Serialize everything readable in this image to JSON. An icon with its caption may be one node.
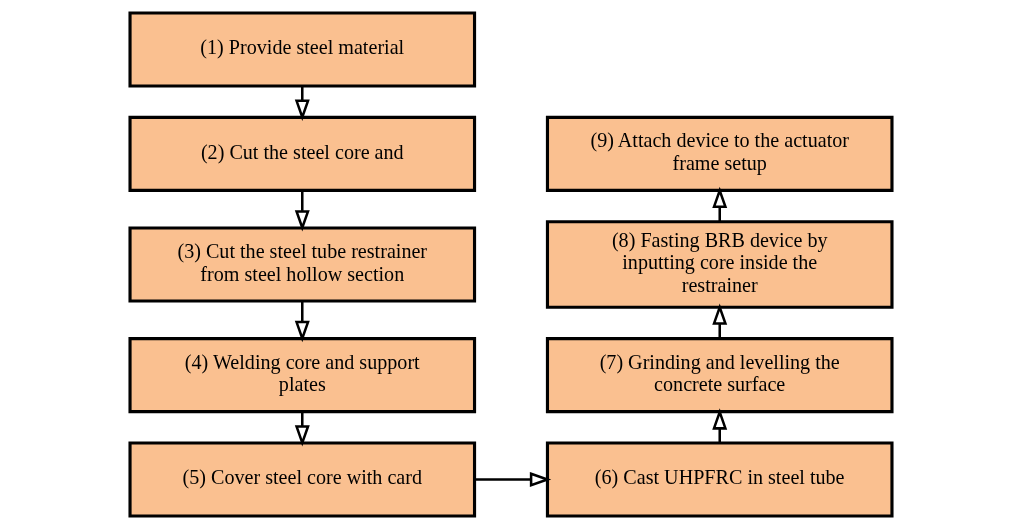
{
  "diagram": {
    "nodes": [
      {
        "text": [
          "(1) Provide steel material"
        ]
      },
      {
        "text": [
          "(2) Cut the steel core and"
        ]
      },
      {
        "text": [
          "(3) Cut the steel tube restrainer from steel hollow section"
        ]
      },
      {
        "text": [
          "(4) Welding core and support plates"
        ]
      },
      {
        "text": [
          "(5) Cover steel core with card"
        ]
      },
      {
        "text": [
          "(6) Cast UHPFRC in steel tube"
        ]
      },
      {
        "text": [
          "(7) Grinding and levelling the concrete surface"
        ]
      },
      {
        "text": [
          "(8) Fasting BRB device by inputting core inside the restrainer"
        ]
      },
      {
        "text": [
          "(9) Attach device to the actuator frame setup"
        ]
      }
    ],
    "edges": [
      {
        "from": 0,
        "to": 1,
        "arrow": "to"
      },
      {
        "from": 1,
        "to": 2,
        "arrow": "to"
      },
      {
        "from": 2,
        "to": 3,
        "arrow": "to"
      },
      {
        "from": 3,
        "to": 4,
        "arrow": "to"
      },
      {
        "from": 4,
        "to": 5,
        "arrow": "to"
      },
      {
        "from": 5,
        "to": 6,
        "arrow": "to"
      },
      {
        "from": 6,
        "to": 7,
        "arrow": "to"
      },
      {
        "from": 7,
        "to": 8,
        "arrow": "to"
      }
    ]
  }
}
